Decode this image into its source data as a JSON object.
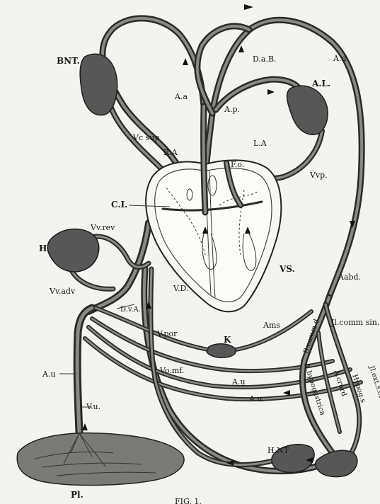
{
  "figure": {
    "caption": "FIG. 1."
  },
  "labels": {
    "bnt": "BNT.",
    "dab": "D.a.B.",
    "ad": "A.d.",
    "aa": "A.a",
    "al": "A.L.",
    "ap": "A.p.",
    "vc_sup": "Vc sup",
    "ra": "R.A",
    "la": "L.A",
    "fo": "F.o.",
    "vvp": "Vvp.",
    "ci": "C.I.",
    "vv_rev": "Vv.rev",
    "h": "H",
    "vs": "VS.",
    "vd": "V.D.",
    "aabd": "Aabd.",
    "vv_adv": "Vv.adv",
    "dva": "D.v.A.",
    "ams": "Ams",
    "jlcomm_dex": "Jl.comm d",
    "jlcomm_sin": "Jl.comm sin.",
    "vpor": "V.por",
    "k": "K",
    "vomf": "Vo.mf.",
    "au_upper": "A.u",
    "au_left": "A.u",
    "au_lower": "A.u.",
    "vu": "V.u.",
    "ahypogastrica": "A.hypogastrica",
    "acrurd": "A.crurd",
    "hypogs": "Hypog.s",
    "jlext": "Jl.ext.s.cruris",
    "hnt": "H.NT",
    "pl": "Pl."
  }
}
